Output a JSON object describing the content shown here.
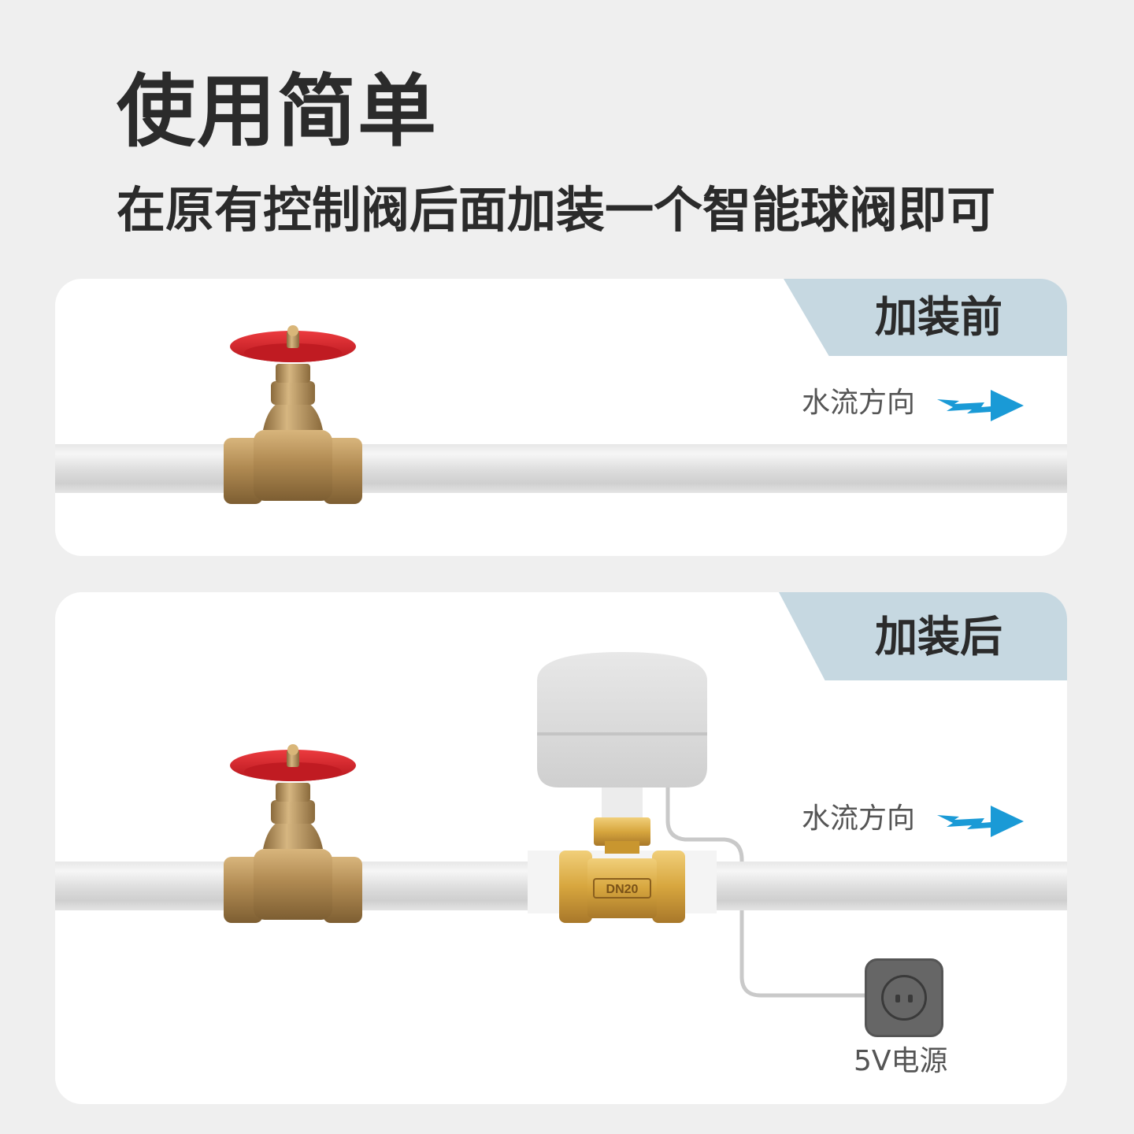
{
  "header": {
    "title": "使用简单",
    "subtitle": "在原有控制阀后面加装一个智能球阀即可"
  },
  "before_panel": {
    "tag": "加装前",
    "flow_label": "水流方向"
  },
  "after_panel": {
    "tag": "加装后",
    "flow_label": "水流方向",
    "valve_marking": "DN20",
    "power_label": "5V电源"
  },
  "colors": {
    "tag_background": "#c6d8e1",
    "arrow": "#1a9ad6",
    "handwheel": "#d7242c",
    "brass": "#b08a52"
  },
  "icons": [
    "flow-arrow-icon",
    "gate-valve-icon",
    "smart-valve-icon",
    "power-socket-icon"
  ]
}
